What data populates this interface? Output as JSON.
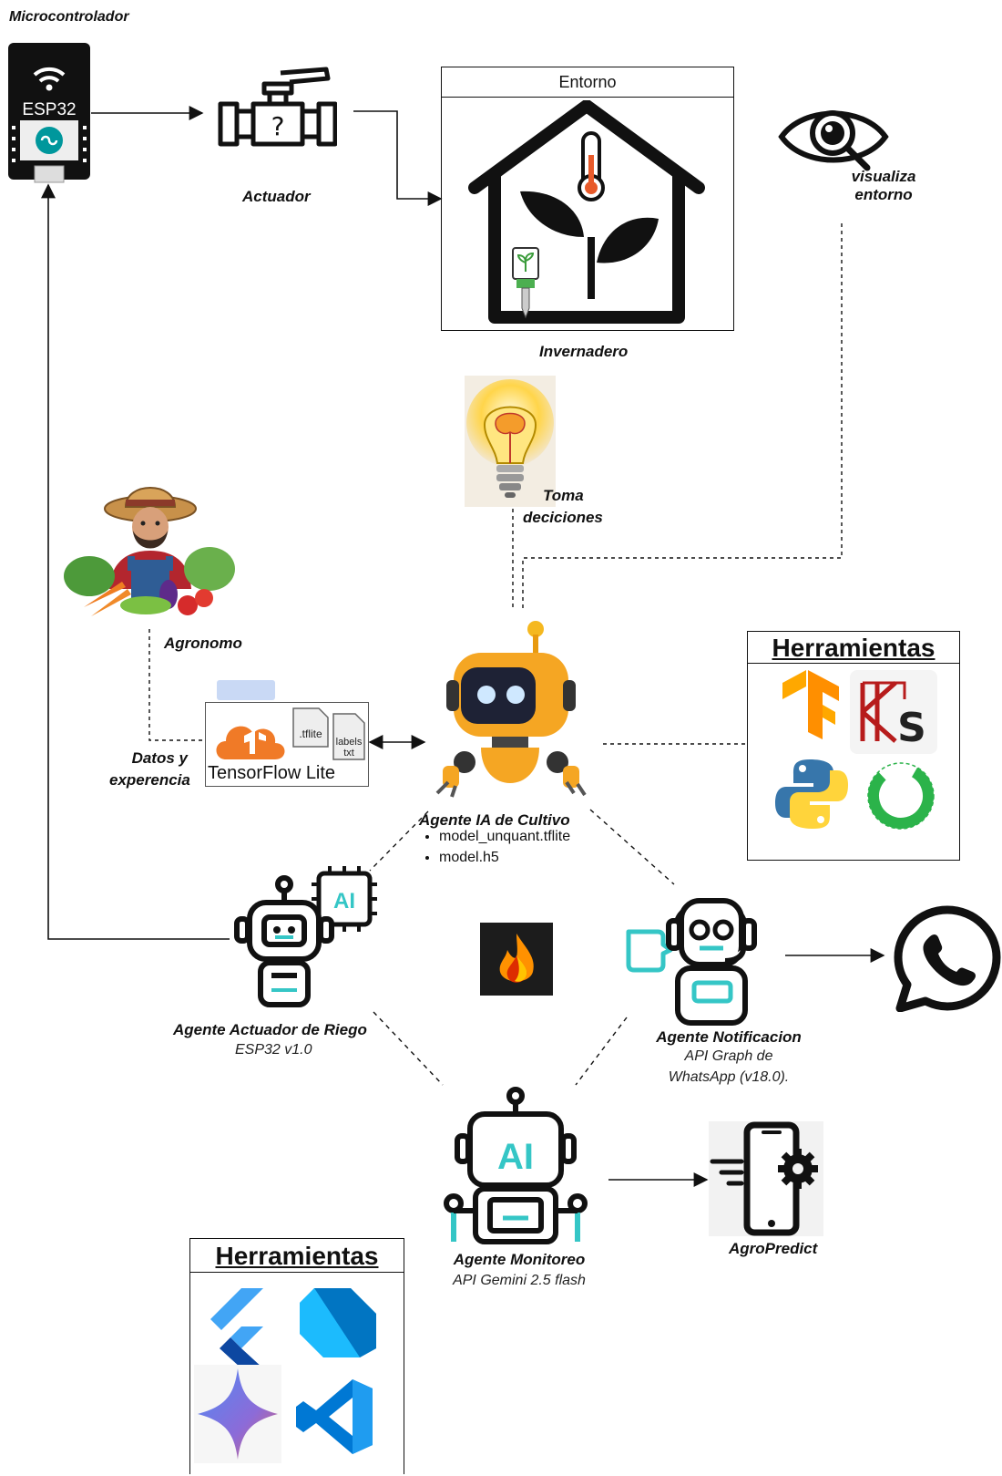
{
  "microcontroller": {
    "label": "Microcontrolador",
    "chip": "ESP32"
  },
  "actuator": {
    "label": "Actuador",
    "glyph": "?"
  },
  "environment": {
    "title": "Entorno",
    "caption": "Invernadero"
  },
  "vision": {
    "line1": "visualiza",
    "line2": "entorno"
  },
  "decisions": {
    "line1": "Toma",
    "line2": "deciciones"
  },
  "agronomist": {
    "label": "Agronomo",
    "data_line1": "Datos y",
    "data_line2": "experencia"
  },
  "tflite": {
    "caption": "TensorFlow Lite",
    "file1": ".tflite",
    "file2a": "labels",
    "file2b": "txt"
  },
  "ai_agent": {
    "title": "Agente IA de Cultivo",
    "files": [
      "model_unquant.tflite",
      "model.h5"
    ]
  },
  "tools_top": {
    "title": "Herramientas"
  },
  "irrigation_agent": {
    "title": "Agente Actuador de Riego",
    "subtitle": "ESP32 v1.0",
    "chip": "AI"
  },
  "notification_agent": {
    "title": "Agente Notificacion",
    "subtitle1": "API Graph de",
    "subtitle2": "WhatsApp (v18.0)."
  },
  "monitor_agent": {
    "title": "Agente Monitoreo",
    "subtitle": "API Gemini 2.5 flash",
    "chip": "AI"
  },
  "app": {
    "label": "AgroPredict"
  },
  "tools_bottom": {
    "title": "Herramientas"
  },
  "colors": {
    "robot_orange": "#f5a623",
    "teal": "#35c6c6",
    "tf_orange": "#ff8a00",
    "keras_red": "#d00000",
    "python_blue": "#3776ab",
    "python_yellow": "#ffd43b",
    "firebase_orange": "#ff9100",
    "flutter_blue": "#42a5f5",
    "vscode_blue": "#0078d4"
  }
}
